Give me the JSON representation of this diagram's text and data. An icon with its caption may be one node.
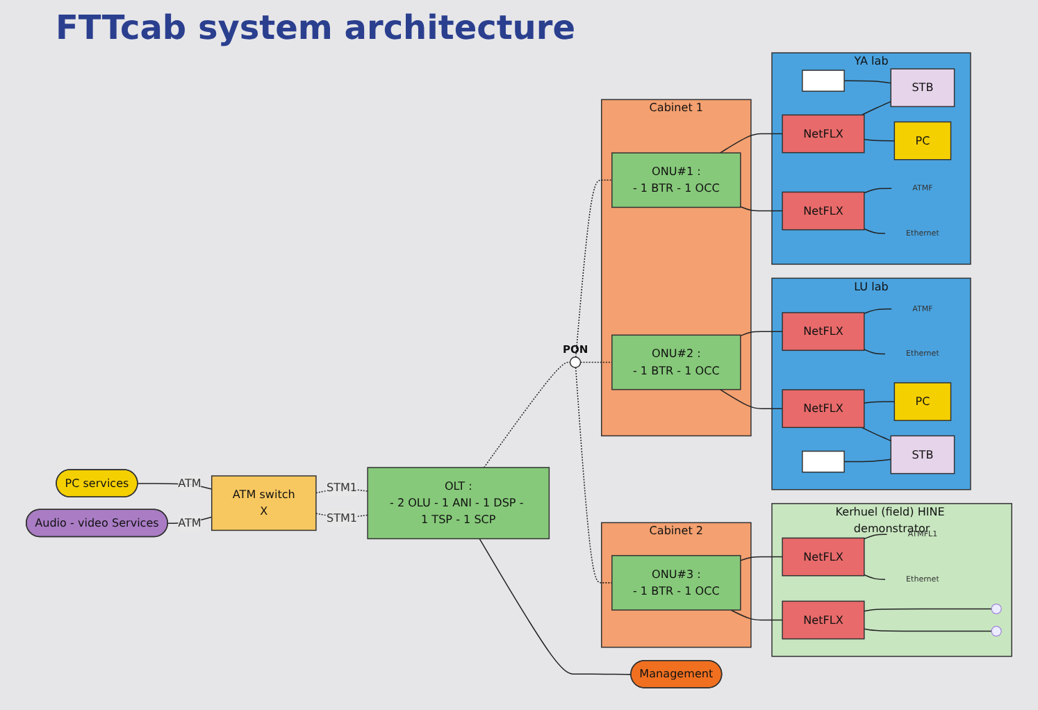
{
  "diagram": {
    "title": "FTTcab system architecture",
    "nodes": [
      {
        "text": [
          "PC services"
        ]
      },
      {
        "text": [
          "ATM switch",
          "X"
        ]
      },
      {
        "text": [
          "Audio - video Services"
        ]
      },
      {
        "text": [
          "OLT :",
          "- 2 OLU - 1 ANI - 1 DSP - 1 TSP - 1 SCP"
        ]
      },
      {
        "text": [],
        "shape": "circle",
        "beside": [
          "PON"
        ]
      },
      {
        "text": [
          "Cabinet 1"
        ]
      },
      {
        "text": [
          "ONU#1 :",
          "- 1 BTR - 1 OCC"
        ],
        "in": 5
      },
      {
        "text": [
          "ONU#2 :",
          "- 1 BTR - 1 OCC"
        ],
        "in": 5
      },
      {
        "text": [
          "Cabinet 2"
        ]
      },
      {
        "text": [
          "ONU#3 :",
          "- 1 BTR - 1 OCC"
        ],
        "in": 8
      },
      {
        "text": [
          "YA lab"
        ]
      },
      {
        "text": [],
        "shape": "box",
        "in": 10
      },
      {
        "text": [
          "STB"
        ],
        "in": 10
      },
      {
        "text": [
          "NetFLX"
        ],
        "in": 10
      },
      {
        "text": [
          "PC"
        ],
        "in": 10
      },
      {
        "text": [
          "NetFLX"
        ],
        "in": 10
      },
      {
        "text": [
          "ATMF"
        ],
        "in": 10
      },
      {
        "text": [
          "Ethernet"
        ],
        "in": 10
      },
      {
        "text": [
          "LU lab"
        ]
      },
      {
        "text": [
          "NetFLX"
        ],
        "in": 18
      },
      {
        "text": [
          "ATMF"
        ],
        "in": 18
      },
      {
        "text": [
          "Ethernet"
        ],
        "in": 18
      },
      {
        "text": [
          "NetFLX"
        ],
        "in": 18
      },
      {
        "text": [
          "PC"
        ],
        "in": 18
      },
      {
        "text": [
          "STB"
        ],
        "in": 18
      },
      {
        "text": [],
        "shape": "box",
        "in": 18
      },
      {
        "text": [
          "Kerhuel (field) HINE demonstrator"
        ]
      },
      {
        "text": [
          "NetFLX"
        ],
        "in": 26
      },
      {
        "text": [
          "ATMFL1"
        ],
        "in": 26
      },
      {
        "text": [
          "Ethernet"
        ],
        "in": 26
      },
      {
        "text": [
          "NetFLX"
        ],
        "in": 26
      },
      {
        "text": [
          "Management"
        ]
      }
    ],
    "edges": [
      {
        "from": 0,
        "to": 1,
        "arrow": "none",
        "label": "ATM"
      },
      {
        "from": 2,
        "to": 1,
        "arrow": "none",
        "label": "ATM"
      },
      {
        "from": 1,
        "to": 3,
        "arrow": "none",
        "label": "STM1",
        "style": "dashed"
      },
      {
        "from": 1,
        "to": 3,
        "arrow": "none",
        "label": "STM1",
        "style": "dashed"
      },
      {
        "from": 3,
        "to": 4,
        "arrow": "none",
        "style": "dashed"
      },
      {
        "from": 4,
        "to": 6,
        "arrow": "none",
        "style": "dashed"
      },
      {
        "from": 4,
        "to": 7,
        "arrow": "none",
        "style": "dashed"
      },
      {
        "from": 4,
        "to": 9,
        "arrow": "none",
        "style": "dashed"
      },
      {
        "from": 6,
        "to": 13,
        "arrow": "none"
      },
      {
        "from": 6,
        "to": 15,
        "arrow": "none"
      },
      {
        "from": 7,
        "to": 19,
        "arrow": "none"
      },
      {
        "from": 7,
        "to": 22,
        "arrow": "none"
      },
      {
        "from": 9,
        "to": 27,
        "arrow": "none"
      },
      {
        "from": 9,
        "to": 30,
        "arrow": "none"
      },
      {
        "from": 11,
        "to": 12,
        "arrow": "none"
      },
      {
        "from": 13,
        "to": 12,
        "arrow": "none"
      },
      {
        "from": 13,
        "to": 14,
        "arrow": "none"
      },
      {
        "from": 15,
        "to": 16,
        "arrow": "none"
      },
      {
        "from": 15,
        "to": 17,
        "arrow": "none"
      },
      {
        "from": 19,
        "to": 20,
        "arrow": "none"
      },
      {
        "from": 19,
        "to": 21,
        "arrow": "none"
      },
      {
        "from": 22,
        "to": 23,
        "arrow": "none"
      },
      {
        "from": 22,
        "to": 24,
        "arrow": "none"
      },
      {
        "from": 25,
        "to": 24,
        "arrow": "none"
      },
      {
        "from": 27,
        "to": 28,
        "arrow": "none"
      },
      {
        "from": 27,
        "to": 29,
        "arrow": "none"
      },
      {
        "from": 30,
        "to": null,
        "arrow": "none"
      },
      {
        "from": 30,
        "to": null,
        "arrow": "none"
      },
      {
        "from": 3,
        "to": 31,
        "arrow": "none"
      }
    ]
  }
}
